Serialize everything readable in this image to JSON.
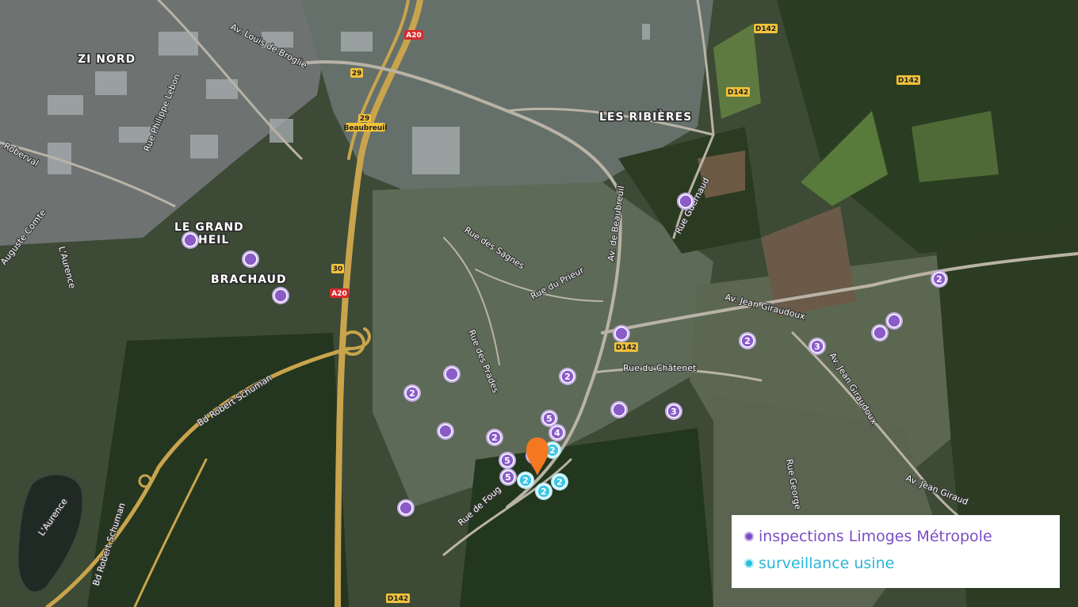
{
  "places": {
    "zi_nord": "ZI NORD",
    "les_ribieres": "LES RIBIÈRES",
    "le_grand_heil_1": "LE GRAND",
    "le_grand_heil_2": "HEIL",
    "brachaud": "BRACHAUD"
  },
  "streets": {
    "louis_de_broglie": "Av. Louis de Broglie",
    "philippe_lebon": "Rue Philippe Lebon",
    "roberval": "Roberval",
    "auguste_comte": "Auguste Comte",
    "aurence_river": "L'Aurence",
    "aurence_lake": "L'Aurence",
    "robert_schuman_1": "Bd Robert Schuman",
    "robert_schuman_2": "Bd Robert Schuman",
    "sagnes": "Rue des Sagnes",
    "prieur": "Rue du Prieur",
    "prades": "Rue des Prades",
    "beaubreuil": "Av. de Beaubreuil",
    "guernaud": "Rue Guernaud",
    "chatenet": "Rue du Châtenet",
    "jean_giraudoux_1": "Av. Jean Giraudoux",
    "jean_giraudoux_2": "Av. Jean Giraudoux",
    "jean_giraudoux_3": "Av. Jean Giraud",
    "rue_george": "Rue George",
    "fougeres": "Rue de Foug"
  },
  "route_signs": {
    "a20_top": "A20",
    "a20_mid": "A20",
    "exit_29": "29",
    "exit_29b": "29",
    "beaubreuil": "Beaubreuil",
    "exit_30": "30",
    "d142_a": "D142",
    "d142_b": "D142",
    "d142_c": "D142",
    "d142_d": "D142",
    "d142_e": "D142"
  },
  "markers": {
    "purple": [
      {
        "count": ""
      },
      {
        "count": ""
      },
      {
        "count": ""
      },
      {
        "count": ""
      },
      {
        "count": "2"
      },
      {
        "count": ""
      },
      {
        "count": "3"
      },
      {
        "count": ""
      },
      {
        "count": ""
      },
      {
        "count": ""
      },
      {
        "count": "2"
      },
      {
        "count": "2"
      },
      {
        "count": ""
      },
      {
        "count": "3"
      },
      {
        "count": "5"
      },
      {
        "count": "4"
      },
      {
        "count": "2"
      },
      {
        "count": ""
      },
      {
        "count": "5"
      },
      {
        "count": "5"
      },
      {
        "count": ""
      },
      {
        "count": ""
      },
      {
        "count": "2"
      }
    ],
    "cyan": [
      {
        "count": "2"
      },
      {
        "count": "2"
      },
      {
        "count": "2"
      },
      {
        "count": "2"
      }
    ]
  },
  "legend": {
    "items": [
      {
        "label": "inspections Limoges Métropole",
        "color": "#7b4dc4"
      },
      {
        "label": "surveillance usine",
        "color": "#29c0e0"
      }
    ]
  },
  "colors": {
    "purple_marker": "#8b5cc8",
    "cyan_marker": "#3cc6e6",
    "location_pin": "#f47820",
    "legend_purple_text": "#7b4dc4",
    "legend_cyan_text": "#29b6d8"
  }
}
